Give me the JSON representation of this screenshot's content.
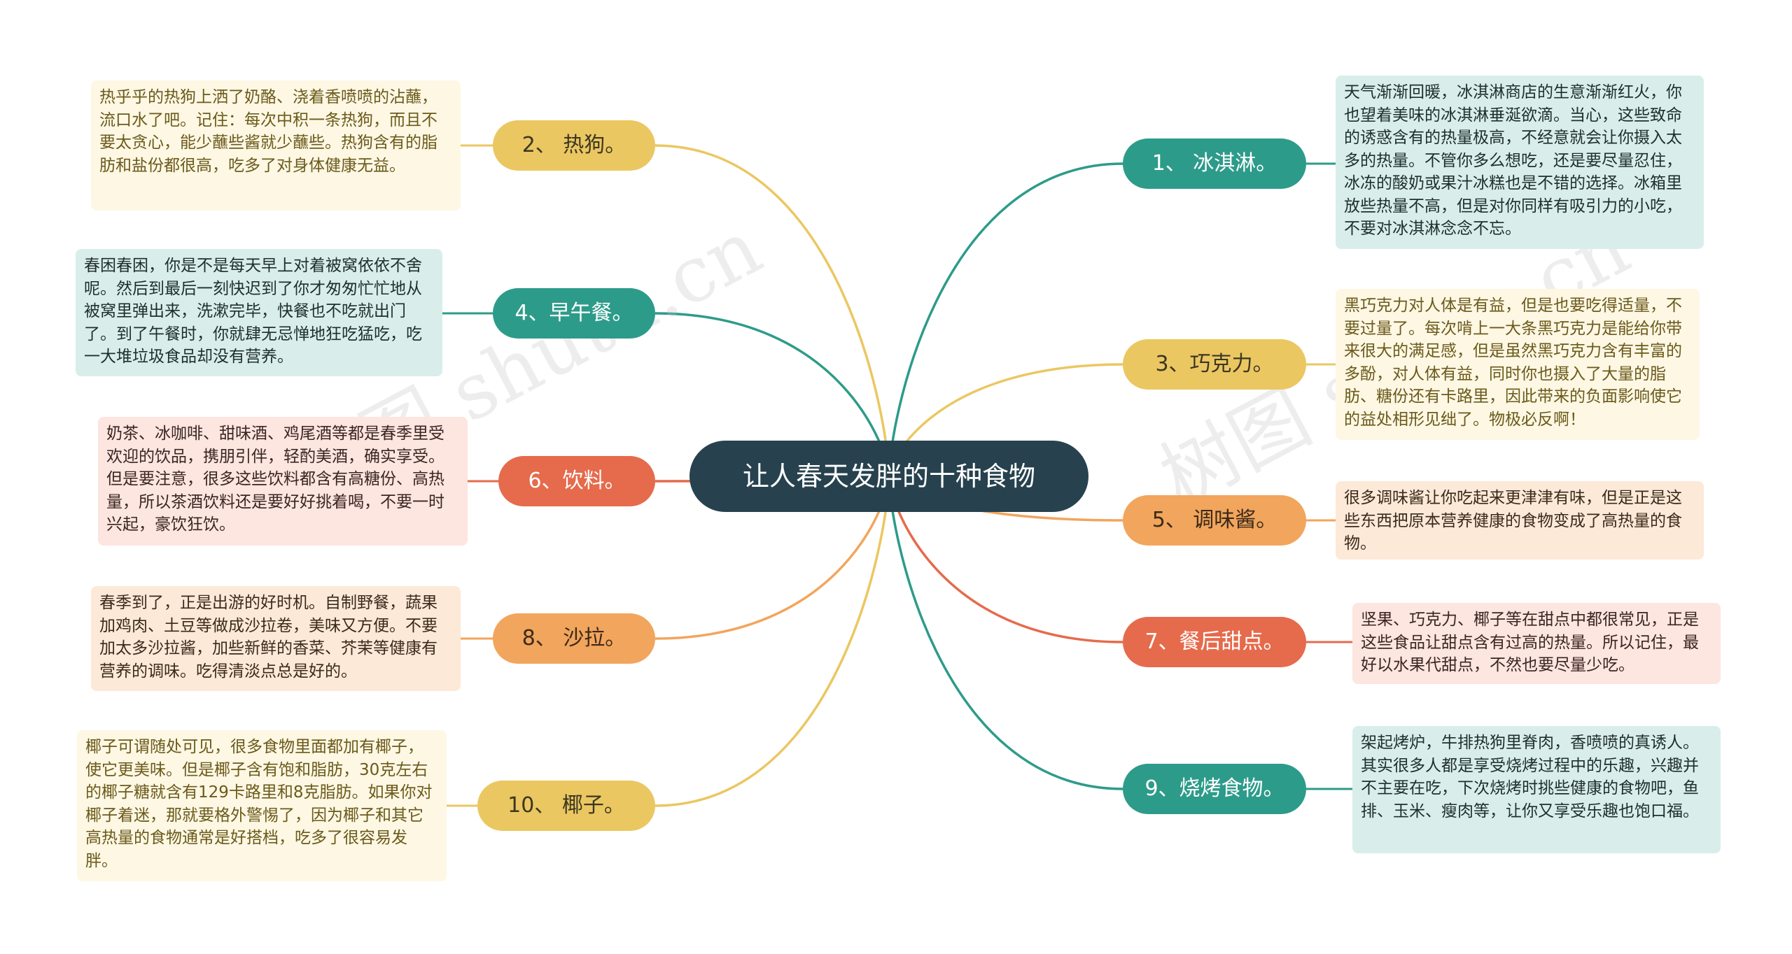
{
  "root": {
    "label": "让人春天发胖的十种食物"
  },
  "watermarks": [
    "树图 shutu.cn",
    "树图 shutu.cn"
  ],
  "colors": {
    "yellow": "#ebc762",
    "teal": "#2d9b8a",
    "red": "#e56b4c",
    "orange": "#f2a55c",
    "root": "#27424e"
  },
  "nodes": [
    {
      "label": "1、 冰淇淋。",
      "desc": "天气渐渐回暖，冰淇淋商店的生意渐渐红火，你也望着美味的冰淇淋垂涎欲滴。当心，这些致命的诱惑含有的热量极高，不经意就会让你摄入太多的热量。不管你多么想吃，还是要尽量忍住，冰冻的酸奶或果汁冰糕也是不错的选择。冰箱里放些热量不高，但是对你同样有吸引力的小吃，不要对冰淇淋念念不忘。"
    },
    {
      "label": "2、 热狗。",
      "desc": "热乎乎的热狗上洒了奶酪、浇着香喷喷的沾蘸，流口水了吧。记住：每次中积一条热狗，而且不要太贪心，能少蘸些酱就少蘸些。热狗含有的脂肪和盐份都很高，吃多了对身体健康无益。"
    },
    {
      "label": "3、巧克力。",
      "desc": "黑巧克力对人体是有益，但是也要吃得适量，不要过量了。每次啃上一大条黑巧克力是能给你带来很大的满足感，但是虽然黑巧克力含有丰富的多酚，对人体有益，同时你也摄入了大量的脂肪、糖份还有卡路里，因此带来的负面影响使它的益处相形见绌了。物极必反啊！"
    },
    {
      "label": "4、早午餐。",
      "desc": "春困春困，你是不是每天早上对着被窝依依不舍呢。然后到最后一刻快迟到了你才匆匆忙忙地从被窝里弹出来，洗漱完毕，快餐也不吃就出门了。到了午餐时，你就肆无忌惮地狂吃猛吃，吃一大堆垃圾食品却没有营养。"
    },
    {
      "label": "5、 调味酱。",
      "desc": "很多调味酱让你吃起来更津津有味，但是正是这些东西把原本营养健康的食物变成了高热量的食物。"
    },
    {
      "label": "6、饮料。",
      "desc": "奶茶、冰咖啡、甜味酒、鸡尾酒等都是春季里受欢迎的饮品，携朋引伴，轻酌美酒，确实享受。但是要注意，很多这些饮料都含有高糖份、高热量，所以茶酒饮料还是要好好挑着喝，不要一时兴起，豪饮狂饮。"
    },
    {
      "label": "7、餐后甜点。",
      "desc": "坚果、巧克力、椰子等在甜点中都很常见，正是这些食品让甜点含有过高的热量。所以记住，最好以水果代甜点，不然也要尽量少吃。"
    },
    {
      "label": "8、 沙拉。",
      "desc": "春季到了，正是出游的好时机。自制野餐，蔬果加鸡肉、土豆等做成沙拉卷，美味又方便。不要加太多沙拉酱，加些新鲜的香菜、芥茉等健康有营养的调味。吃得清淡点总是好的。"
    },
    {
      "label": "9、烧烤食物。",
      "desc": "架起烤炉，牛排热狗里脊肉，香喷喷的真诱人。其实很多人都是享受烧烤过程中的乐趣，兴趣并不主要在吃，下次烧烤时挑些健康的食物吧，鱼排、玉米、瘦肉等，让你又享受乐趣也饱口福。"
    },
    {
      "label": "10、 椰子。",
      "desc": "椰子可谓随处可见，很多食物里面都加有椰子，使它更美味。但是椰子含有饱和脂肪，30克左右的椰子糖就含有129卡路里和8克脂肪。如果你对椰子着迷，那就要格外警惕了，因为椰子和其它高热量的食物通常是好搭档，吃多了很容易发胖。"
    }
  ]
}
